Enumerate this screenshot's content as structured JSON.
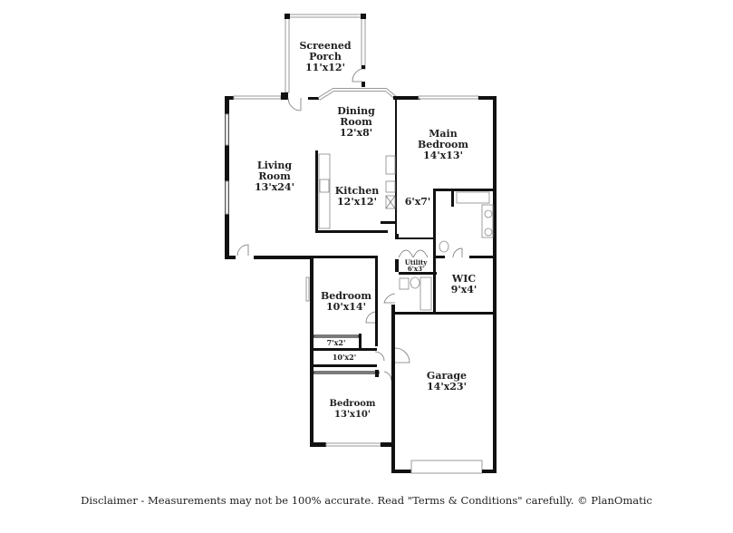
{
  "floorplan": {
    "rooms": [
      {
        "id": "screened-porch",
        "name_lines": [
          "Screened",
          "Porch"
        ],
        "dimensions": "11'x12'"
      },
      {
        "id": "dining-room",
        "name_lines": [
          "Dining",
          "Room"
        ],
        "dimensions": "12'x8'"
      },
      {
        "id": "living-room",
        "name_lines": [
          "Living",
          "Room"
        ],
        "dimensions": "13'x24'"
      },
      {
        "id": "kitchen",
        "name_lines": [
          "Kitchen"
        ],
        "dimensions": "12'x12'"
      },
      {
        "id": "main-bedroom",
        "name_lines": [
          "Main",
          "Bedroom"
        ],
        "dimensions": "14'x13'"
      },
      {
        "id": "main-bath",
        "name_lines": [],
        "dimensions": "6'x7'"
      },
      {
        "id": "utility",
        "name_lines": [
          "Utility"
        ],
        "dimensions": "6'x3'"
      },
      {
        "id": "wic",
        "name_lines": [
          "WIC"
        ],
        "dimensions": "9'x4'"
      },
      {
        "id": "bedroom-1",
        "name_lines": [
          "Bedroom"
        ],
        "dimensions": "10'x14'"
      },
      {
        "id": "closet-1",
        "name_lines": [],
        "dimensions": "7'x2'"
      },
      {
        "id": "closet-2",
        "name_lines": [],
        "dimensions": "10'x2'"
      },
      {
        "id": "garage",
        "name_lines": [
          "Garage"
        ],
        "dimensions": "14'x23'"
      },
      {
        "id": "bedroom-2",
        "name_lines": [
          "Bedroom"
        ],
        "dimensions": "13'x10'"
      }
    ]
  },
  "disclaimer": "Disclaimer - Measurements may not be 100% accurate. Read \"Terms & Conditions\" carefully. © PlanOmatic"
}
